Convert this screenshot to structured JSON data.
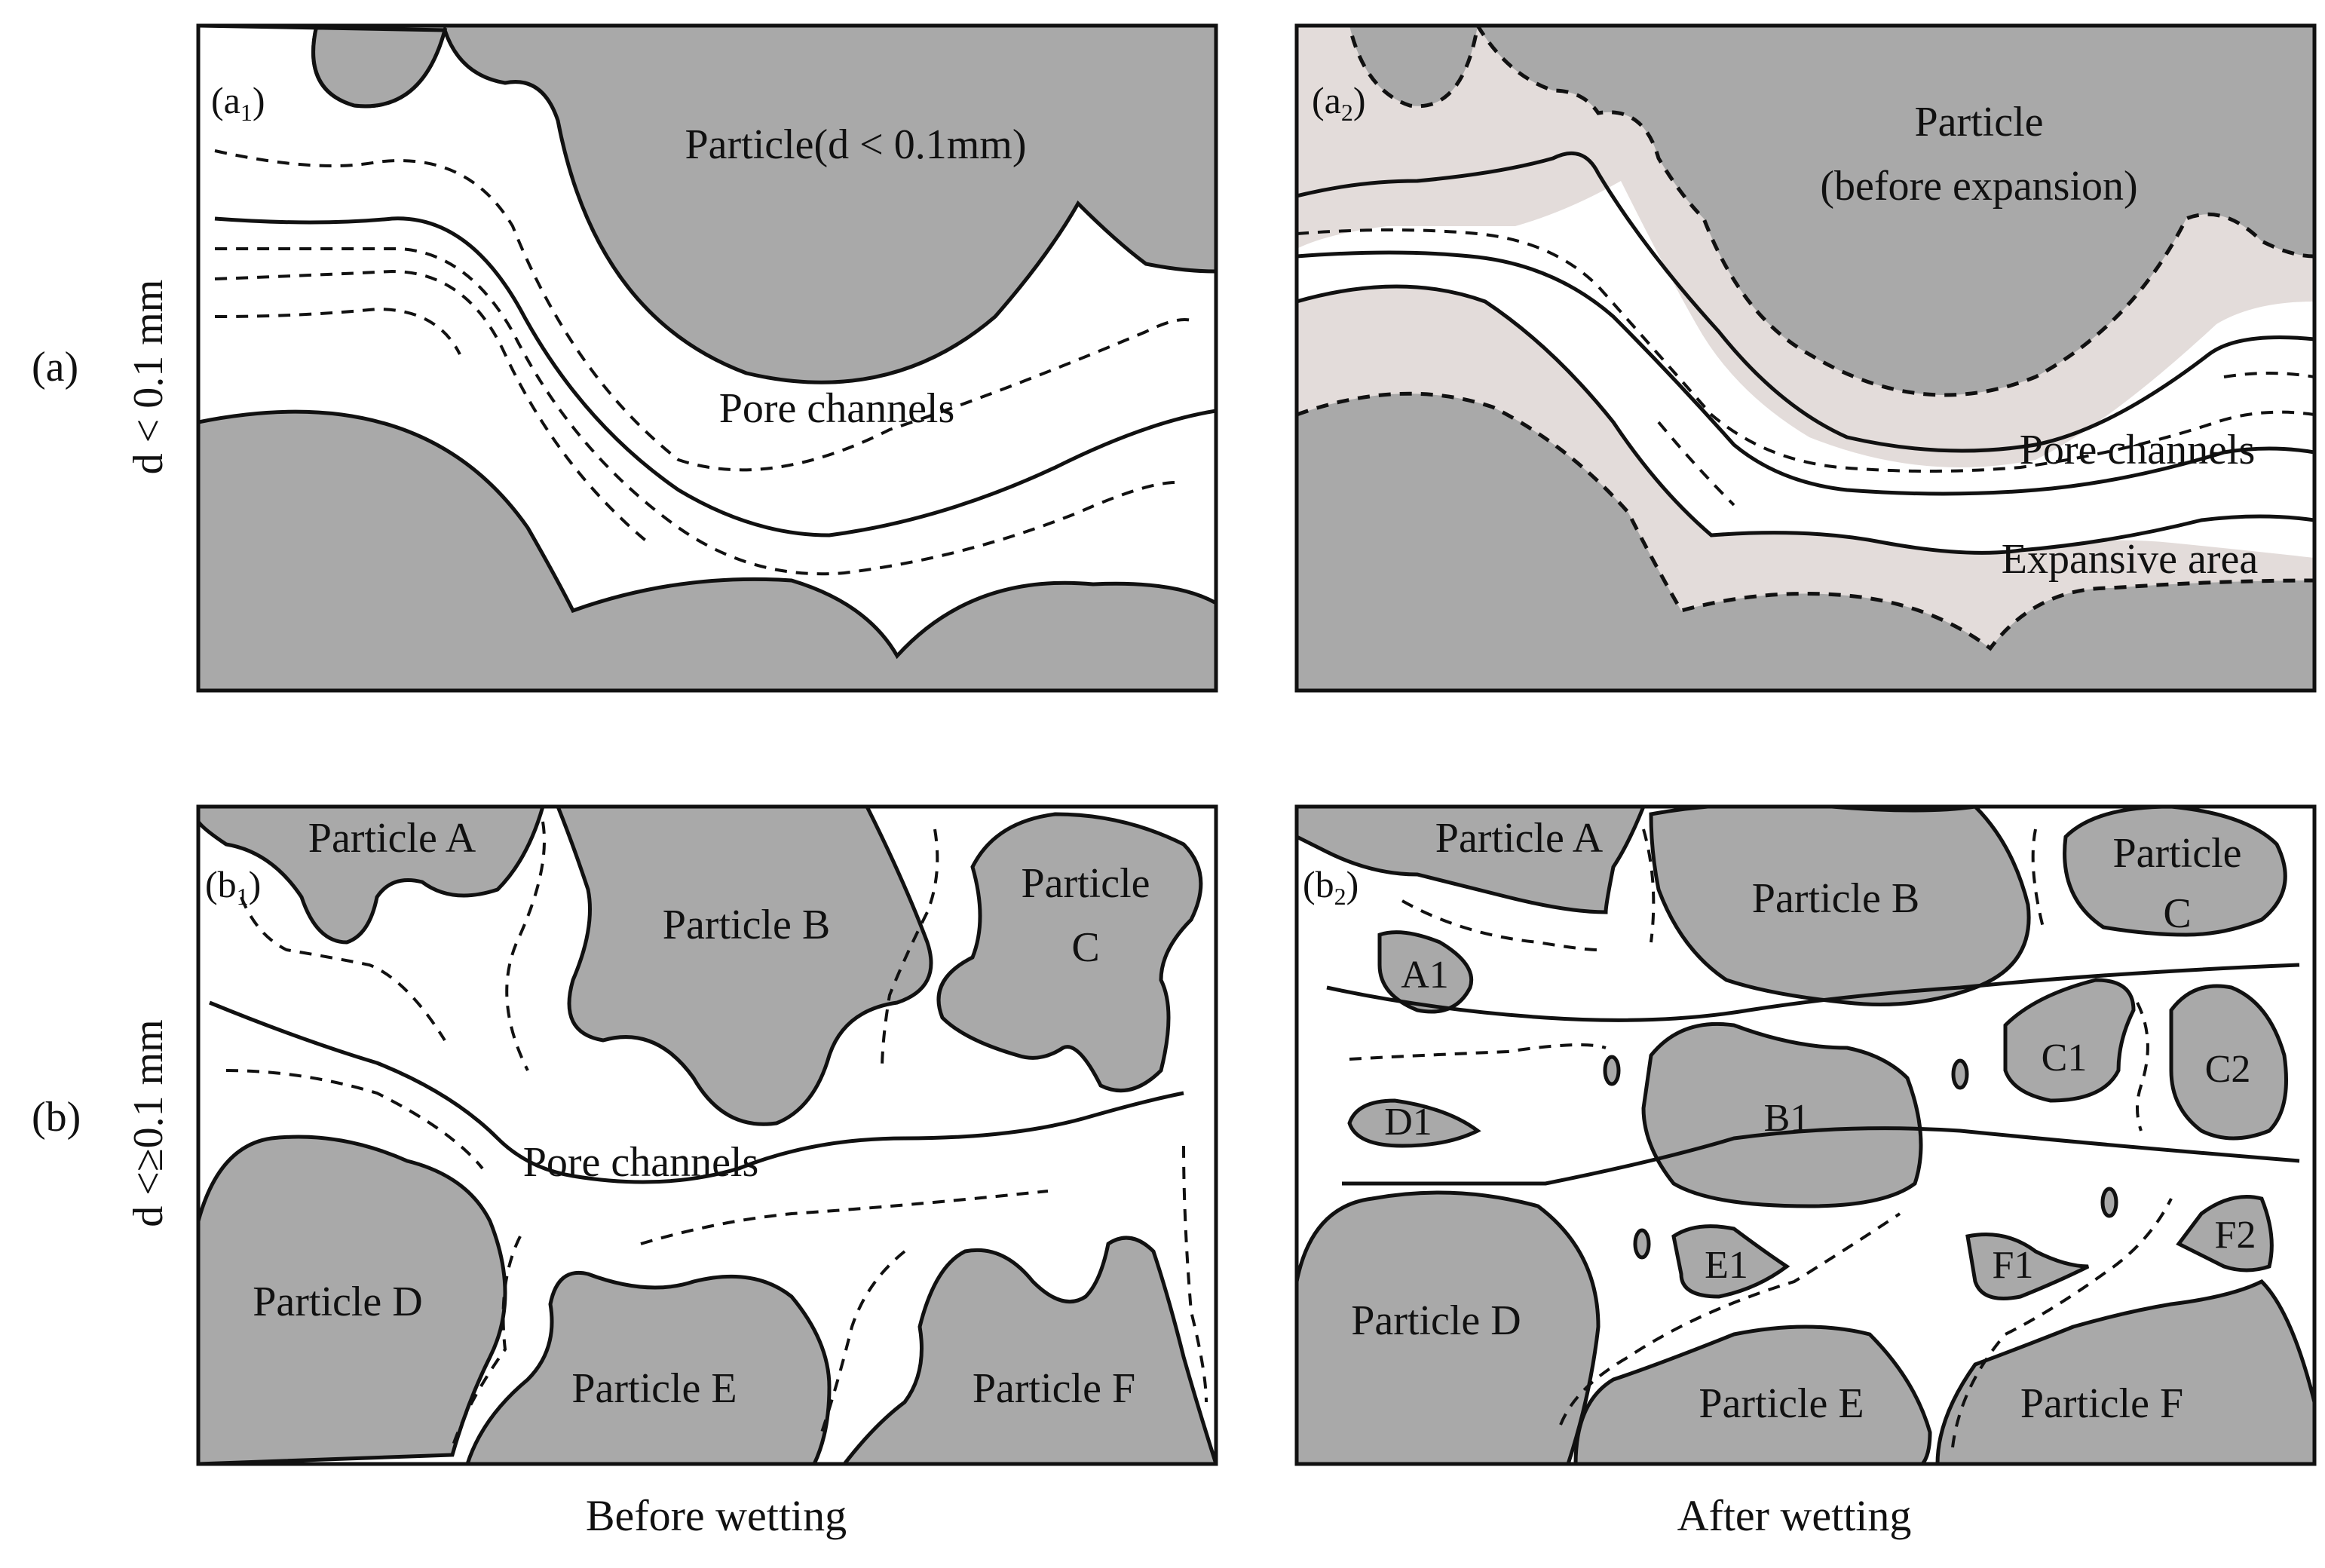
{
  "rows": {
    "a": {
      "label": "(a)",
      "axis_label": "d < 0.1 mm"
    },
    "b": {
      "label": "(b)",
      "axis_label": "d <≥0.1 mm"
    }
  },
  "columns": {
    "before": "Before wetting",
    "after": "After wetting"
  },
  "panels": {
    "a1": {
      "tag_main": "(a",
      "tag_sub": "1",
      "tag_close": ")",
      "particle": "Particle(d < 0.1mm)",
      "pore": "Pore channels"
    },
    "a2": {
      "tag_main": "(a",
      "tag_sub": "2",
      "tag_close": ")",
      "particle_line1": "Particle",
      "particle_line2": "(before expansion)",
      "pore": "Pore channels",
      "expansive": "Expansive area"
    },
    "b1": {
      "tag_main": "(b",
      "tag_sub": "1",
      "tag_close": ")",
      "particle_a": "Particle A",
      "particle_b": "Particle B",
      "particle_c1": "Particle",
      "particle_c2": "C",
      "particle_d": "Particle D",
      "particle_e": "Particle E",
      "particle_f": "Particle F",
      "pore": "Pore channels"
    },
    "b2": {
      "tag_main": "(b",
      "tag_sub": "2",
      "tag_close": ")",
      "particle_a": "Particle A",
      "particle_b": "Particle B",
      "particle_c1": "Particle",
      "particle_c2": "C",
      "particle_d": "Particle D",
      "particle_e": "Particle E",
      "particle_f": "Particle F",
      "a1": "A1",
      "b1": "B1",
      "c1": "C1",
      "c2": "C2",
      "d1": "D1",
      "e1": "E1",
      "f1": "F1",
      "f2": "F2"
    }
  },
  "colors": {
    "particle": "#a9a9a9",
    "expansive_area": "#e3dcda",
    "outline": "#111111"
  }
}
